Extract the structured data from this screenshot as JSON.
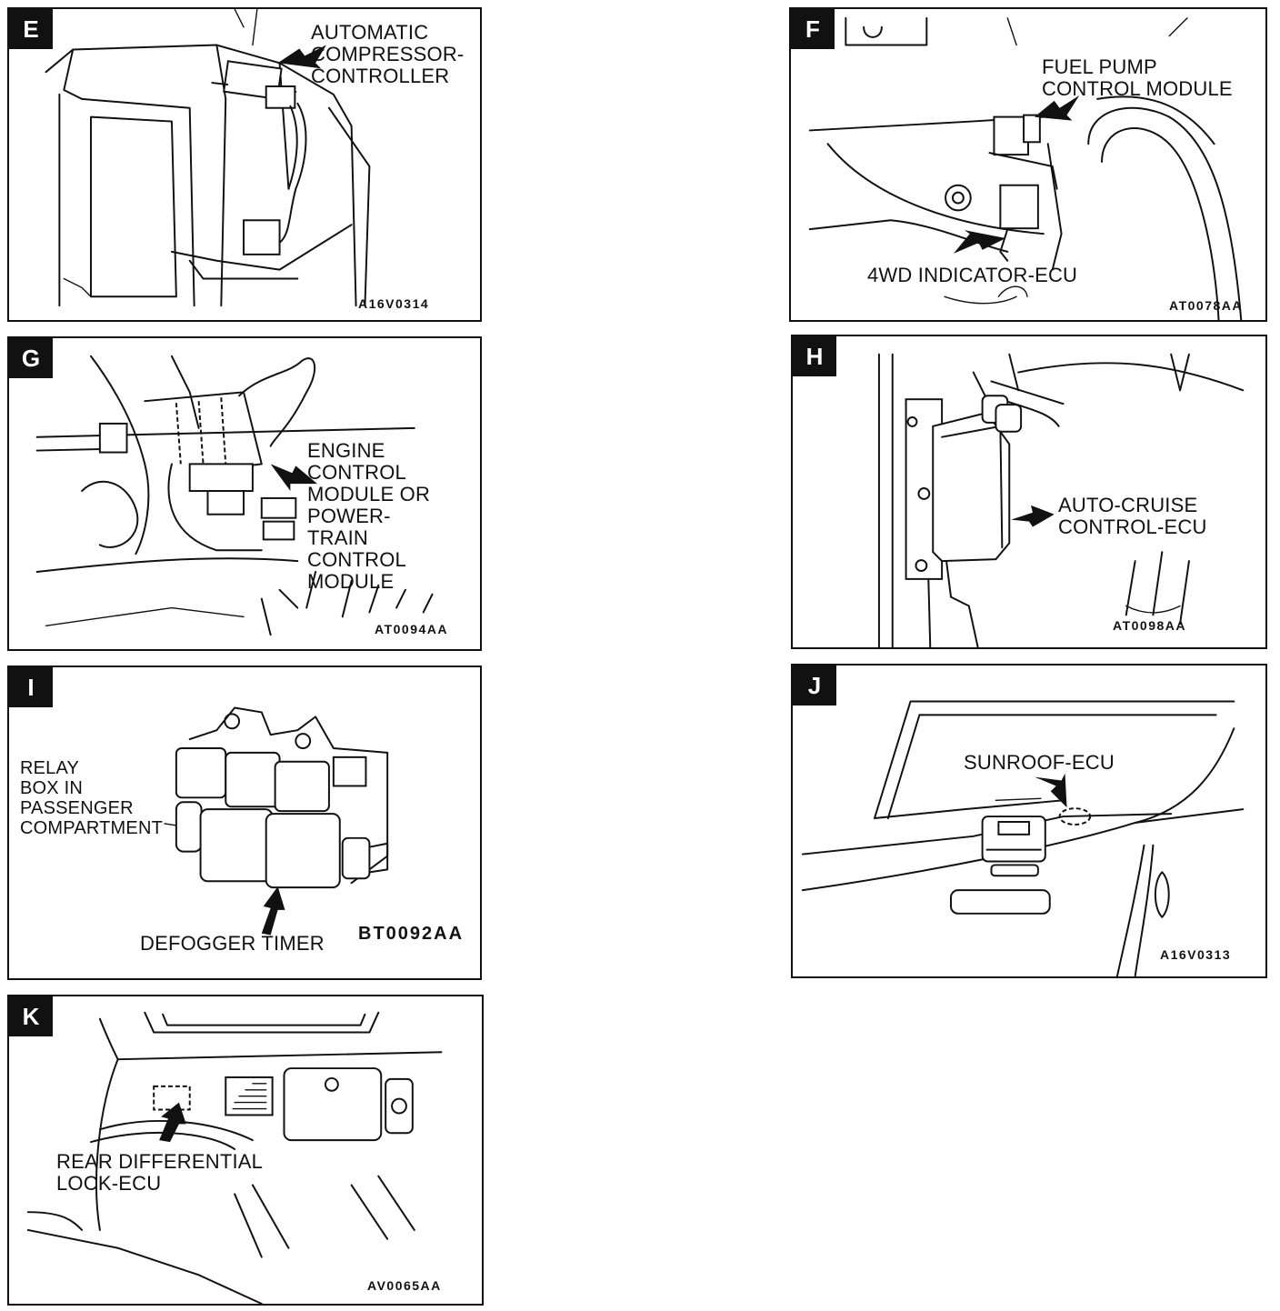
{
  "panels": {
    "e": {
      "letter": "E",
      "label": "AUTOMATIC\nCOMPRESSOR-\nCONTROLLER",
      "code": "A16V0314"
    },
    "f": {
      "letter": "F",
      "label_top": "FUEL PUMP\nCONTROL MODULE",
      "label_bottom": "4WD INDICATOR-ECU",
      "code": "AT0078AA"
    },
    "g": {
      "letter": "G",
      "label": "ENGINE\nCONTROL\nMODULE OR\nPOWER-\nTRAIN\nCONTROL\nMODULE",
      "code": "AT0094AA"
    },
    "h": {
      "letter": "H",
      "label": "AUTO-CRUISE\nCONTROL-ECU",
      "code": "AT0098AA"
    },
    "i": {
      "letter": "I",
      "label_left": "RELAY\nBOX IN\nPASSENGER\nCOMPARTMENT",
      "label_bottom": "DEFOGGER TIMER",
      "code": "BT0092AA"
    },
    "j": {
      "letter": "J",
      "label": "SUNROOF-ECU",
      "code": "A16V0313"
    },
    "k": {
      "letter": "K",
      "label": "REAR DIFFERENTIAL\nLOCK-ECU",
      "code": "AV0065AA"
    }
  }
}
